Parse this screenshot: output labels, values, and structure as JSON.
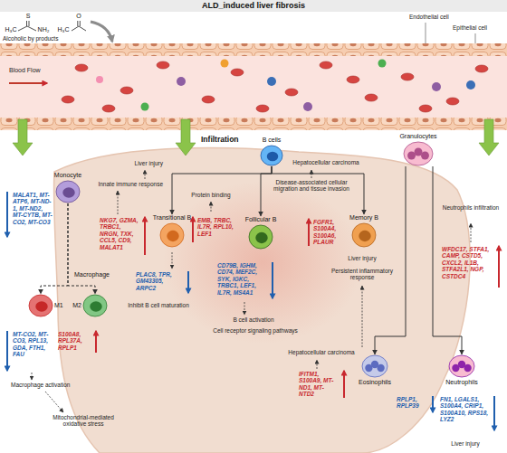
{
  "diagram": {
    "title": "ALD_induced liver fibrosis",
    "nodes": [
      {
        "text": [
          "Monocyte"
        ]
      },
      {
        "text": [
          "M1"
        ]
      },
      {
        "text": [
          "M2"
        ]
      },
      {
        "text": [
          "B cells"
        ]
      },
      {
        "text": [
          "Transitional B"
        ]
      },
      {
        "text": [
          "Follicular B"
        ]
      },
      {
        "text": [
          "Memory B"
        ]
      },
      {
        "text": [
          "Granulocytes"
        ]
      },
      {
        "text": [
          "Eosinophils"
        ]
      },
      {
        "text": [
          "Neutrophils"
        ]
      }
    ],
    "edges": [
      {
        "from": 0,
        "to": 1,
        "arrow": "to"
      },
      {
        "from": 0,
        "to": 2,
        "arrow": "to"
      },
      {
        "from": 3,
        "to": 4,
        "arrow": "to"
      },
      {
        "from": 3,
        "to": 5,
        "arrow": "to"
      },
      {
        "from": 3,
        "to": 6,
        "arrow": "to"
      },
      {
        "from": 7,
        "to": 8,
        "arrow": "to"
      },
      {
        "from": 7,
        "to": 9,
        "arrow": "to"
      }
    ],
    "labels": [
      "S",
      "H₃C",
      "NH₂",
      "O",
      "H₃C",
      "Alcoholic by products",
      "Endothelial cell",
      "Epithelial cell",
      "Blood Flow",
      "Infiltration",
      "Macrophage",
      "MALAT1, MT-ATP6, MT-ND-1, MT-ND2, MT-CYTB, MT-CO2, MT-CO3",
      "MT-CO2, MT-CO3, RPL13, GDA, FTH1, FAU",
      "S100A8, RPL37A, RPLP1",
      "Macrophage activation",
      "Mitochondrial-mediated oxidative stress",
      "Liver injury",
      "Innate immune response",
      "NKG7, GZMA, TRBC1, NRGN, TXK, CCL5, CD9, MALAT1",
      "PLAC8, TPR, GM43305, ARPC2",
      "Inhibit B cell maturation",
      "Protein binding",
      "EMB, TRBC, IL7R, RPL10, LEF1",
      "CD79B, IGHM, CD74, MEF2C, SYK, IGKC, TRBC1, LEF1, IL7R, MS4A1",
      "B cell activation",
      "Cell receptor signaling pathways",
      "Hepatocellular carcinoma",
      "Disease-associated cellular migration and tissue invasion",
      "FGFR1, S100A4, S100A6, PLAUR",
      "Liver injury",
      "Persistent inflammatory response",
      "Neutrophils infiltration",
      "WFDC17, STFA1, CAMP, CSTD5, CXCL2, IL1B, STFA2L1, NGP, CSTDC4",
      "Hepatocellular carcinoma",
      "IFITM1, S100A9, MT-ND1, MT-NTD2",
      "RPLP1, RPLP39",
      "FN1, LGALS1, S100A4, CRIP1, S100A10, RPS18, LYZ2",
      "Liver injury"
    ]
  }
}
